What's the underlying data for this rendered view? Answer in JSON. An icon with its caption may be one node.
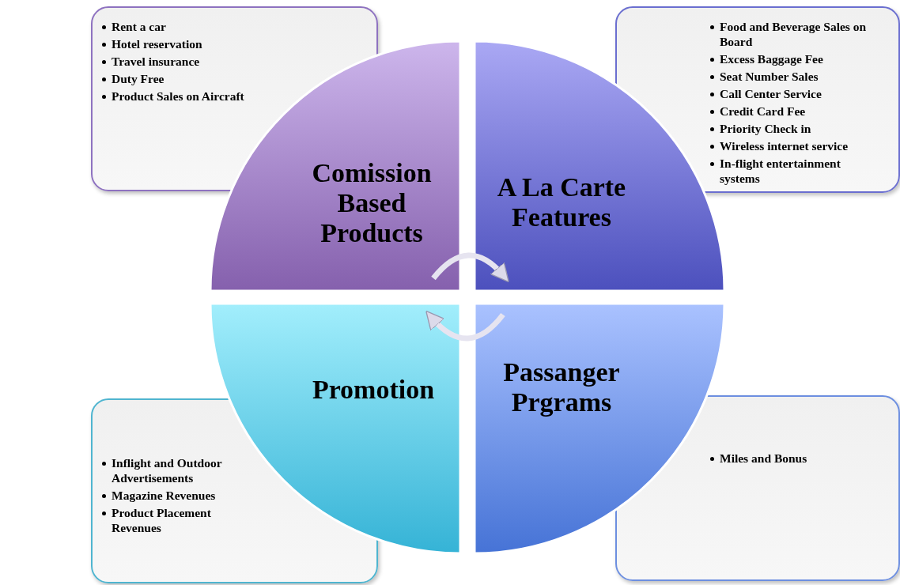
{
  "diagram": {
    "nodes": [
      {
        "text": [
          "Rent a car",
          "Hotel reservation",
          "Travel insurance",
          "Duty Free",
          "Product Sales on Aircraft"
        ]
      },
      {
        "text": [
          "Food and Beverage Sales on Board",
          "Excess Baggage Fee",
          "Seat Number Sales",
          "Call Center Service",
          "Credit Card Fee",
          "Priority Check in",
          "Wireless internet service",
          "In-flight entertainment systems"
        ]
      },
      {
        "text": [
          "Comission Based Products"
        ]
      },
      {
        "text": [
          "A La Carte Features"
        ]
      },
      {
        "text": [
          "Promotion"
        ]
      },
      {
        "text": [
          "Passanger Prgrams"
        ]
      },
      {
        "text": [
          "Inflight and Outdoor Advertisements",
          "Magazine Revenues",
          "Product Placement Revenues"
        ]
      },
      {
        "text": [
          "Miles and Bonus"
        ]
      }
    ],
    "edges": [
      {
        "from": 2,
        "to": 3,
        "arrow": "to"
      },
      {
        "from": 5,
        "to": 4,
        "arrow": "to"
      }
    ]
  }
}
